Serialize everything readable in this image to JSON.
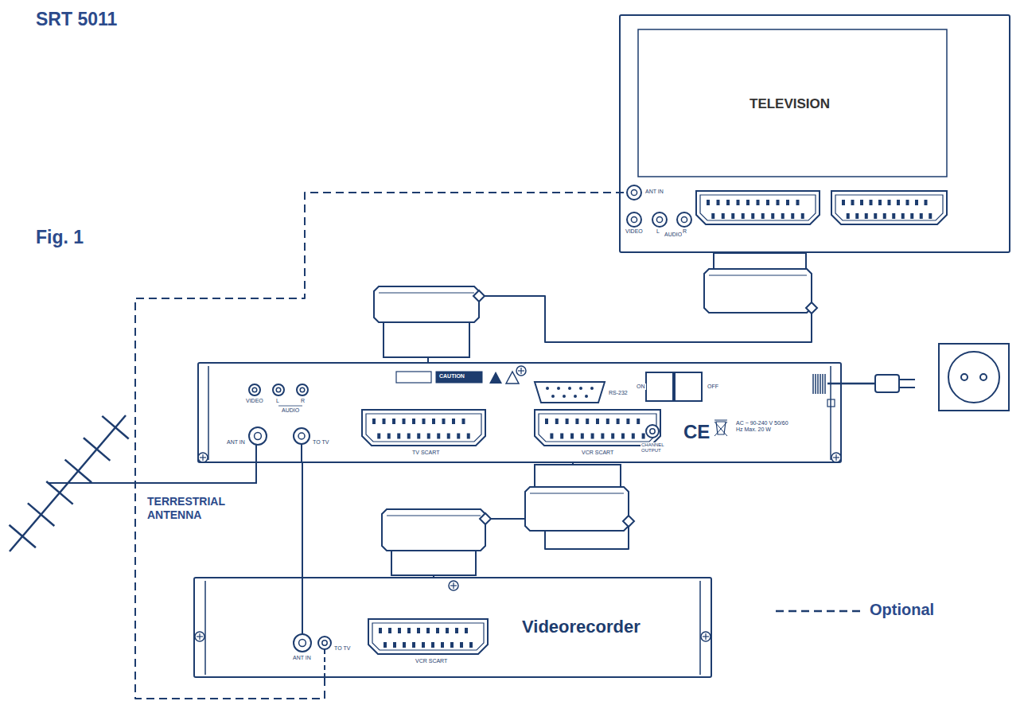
{
  "diagram": {
    "title": "SRT 5011",
    "nodes": [
      {
        "text": [
          "TELEVISION",
          "ANT IN",
          "VIDEO",
          "L",
          "AUDIO",
          "R"
        ]
      },
      {
        "text": [
          "CAUTION",
          "VIDEO",
          "L",
          "AUDIO",
          "R",
          "ANT IN",
          "TO TV",
          "TV SCART",
          "RS-232",
          "VCR SCART",
          "ON",
          "OFF",
          "CHANNEL OUTPUT",
          "CE",
          "AC ~ 90-240 V 50/60 Hz Max. 20 W"
        ]
      },
      {
        "text": [
          "ANT IN",
          "TO TV",
          "VCR SCART",
          "Videorecorder"
        ]
      }
    ],
    "edges": [
      {
        "from": 1,
        "to": 0,
        "arrow": "none"
      },
      {
        "from": 1,
        "to": 2,
        "arrow": "none"
      },
      {
        "from": 1,
        "to": 2,
        "arrow": "none"
      },
      {
        "from": 2,
        "to": 0,
        "arrow": "none"
      }
    ],
    "labels": [
      "Fig. 1",
      "TERRESTRIAL ANTENNA"
    ],
    "legend": [
      {
        "text": "Optional"
      }
    ]
  }
}
